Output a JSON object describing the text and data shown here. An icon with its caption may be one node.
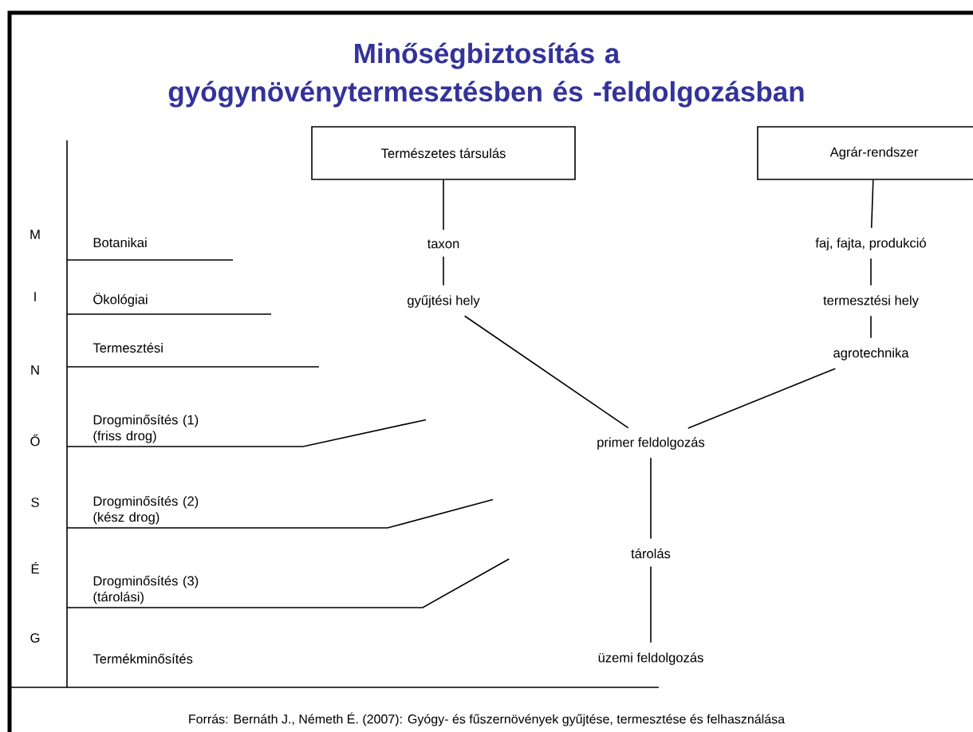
{
  "diagram": {
    "title": "Minőségbiztosítás a gyógynövénytermesztésben és -feldolgozásban",
    "caption": "Forrás: Bernáth J., Németh É. (2007): Gyógy- és fűszernövények gyűjtése, termesztése és felhasználása",
    "nodes": [
      {
        "text": [
          "Természetes társulás"
        ]
      },
      {
        "text": [
          "Agrár-rendszer"
        ]
      },
      {
        "text": [
          "taxon"
        ]
      },
      {
        "text": [
          "gyűjtési hely"
        ]
      },
      {
        "text": [
          "faj, fajta, produkció"
        ]
      },
      {
        "text": [
          "termesztési hely"
        ]
      },
      {
        "text": [
          "agrotechnika"
        ]
      },
      {
        "text": [
          "primer feldolgozás"
        ]
      },
      {
        "text": [
          "tárolás"
        ]
      },
      {
        "text": [
          "üzemi feldolgozás"
        ]
      },
      {
        "text": [
          "Drogminősítés (1) (friss drog)"
        ]
      },
      {
        "text": [
          "Drogminősítés (2) (kész drog)"
        ]
      },
      {
        "text": [
          "Drogminősítés (3) (tárolási)"
        ]
      }
    ],
    "edges": [
      {
        "from": 0,
        "to": 2,
        "arrow": "none"
      },
      {
        "from": 2,
        "to": 3,
        "arrow": "none"
      },
      {
        "from": 1,
        "to": 4,
        "arrow": "none"
      },
      {
        "from": 4,
        "to": 5,
        "arrow": "none"
      },
      {
        "from": 5,
        "to": 6,
        "arrow": "none"
      },
      {
        "from": 3,
        "to": 7,
        "arrow": "none"
      },
      {
        "from": 6,
        "to": 7,
        "arrow": "none"
      },
      {
        "from": 7,
        "to": 8,
        "arrow": "none"
      },
      {
        "from": 8,
        "to": 9,
        "arrow": "none"
      },
      {
        "from": 10,
        "to": null,
        "arrow": "none"
      },
      {
        "from": 11,
        "to": null,
        "arrow": "none"
      },
      {
        "from": 12,
        "to": null,
        "arrow": "none"
      }
    ],
    "labels": [
      "M",
      "Botanikai",
      "I",
      "Ökológiai",
      "N",
      "Termesztési",
      "Ő",
      "S",
      "É",
      "G",
      "Termékminősítés"
    ]
  }
}
